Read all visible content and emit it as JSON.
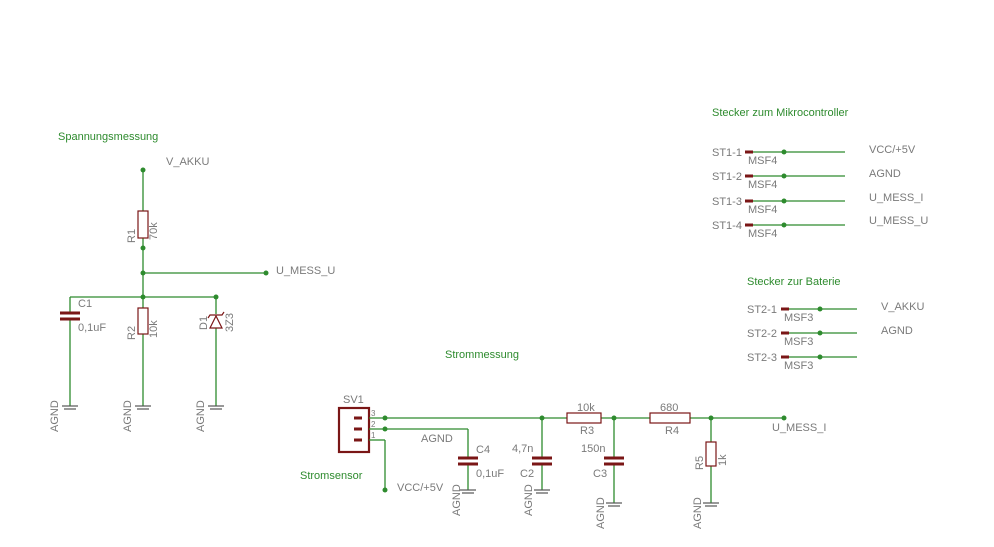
{
  "sections": {
    "spannung": "Spannungsmessung",
    "strom": "Strommessung",
    "mikro": "Stecker zum Mikrocontroller",
    "batterie": "Stecker zur Baterie",
    "stromsensor": "Stromsensor"
  },
  "nets": {
    "v_akku": "V_AKKU",
    "u_mess_u": "U_MESS_U",
    "u_mess_i": "U_MESS_I",
    "agnd": "AGND",
    "vcc": "VCC/+5V"
  },
  "parts": {
    "r1": {
      "name": "R1",
      "value": "70k"
    },
    "r2": {
      "name": "R2",
      "value": "10k"
    },
    "c1": {
      "name": "C1",
      "value": "0,1uF"
    },
    "d1": {
      "name": "D1",
      "value": "3Z3"
    },
    "sv1": {
      "name": "SV1",
      "pins": [
        "3",
        "2",
        "1"
      ]
    },
    "c4": {
      "name": "C4",
      "value": "0,1uF"
    },
    "c2": {
      "name": "C2",
      "value": "4,7n"
    },
    "c3": {
      "name": "C3",
      "value": "150n"
    },
    "r3": {
      "name": "R3",
      "value": "10k"
    },
    "r4": {
      "name": "R4",
      "value": "680"
    },
    "r5": {
      "name": "R5",
      "value": "1k"
    }
  },
  "st1": {
    "pins": [
      {
        "name": "ST1-1",
        "type": "MSF4",
        "net": "VCC/+5V"
      },
      {
        "name": "ST1-2",
        "type": "MSF4",
        "net": "AGND"
      },
      {
        "name": "ST1-3",
        "type": "MSF4",
        "net": "U_MESS_I"
      },
      {
        "name": "ST1-4",
        "type": "MSF4",
        "net": "U_MESS_U"
      }
    ]
  },
  "st2": {
    "pins": [
      {
        "name": "ST2-1",
        "type": "MSF3",
        "net": "V_AKKU"
      },
      {
        "name": "ST2-2",
        "type": "MSF3",
        "net": "AGND"
      },
      {
        "name": "ST2-3",
        "type": "MSF3",
        "net": ""
      }
    ]
  }
}
